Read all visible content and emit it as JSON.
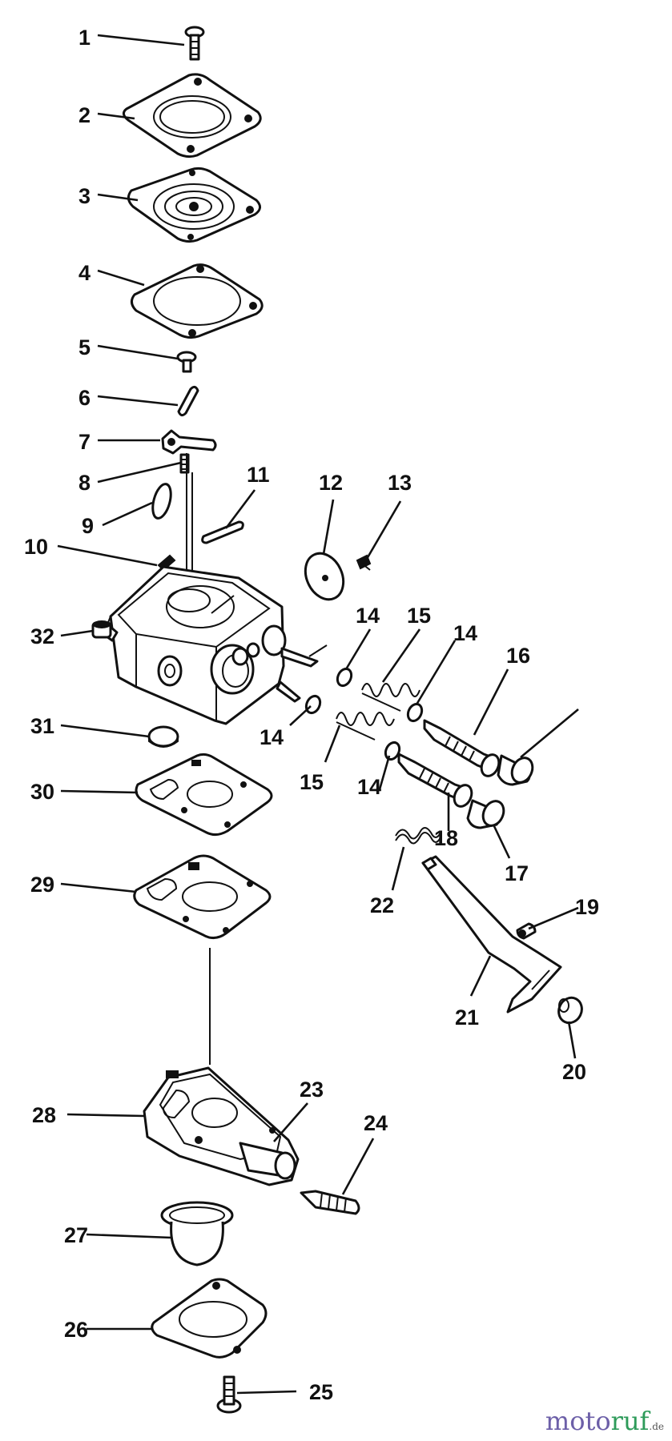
{
  "callouts": [
    "1",
    "2",
    "3",
    "4",
    "5",
    "6",
    "7",
    "8",
    "9",
    "10",
    "11",
    "12",
    "13",
    "14",
    "15",
    "14",
    "16",
    "32",
    "14",
    "15",
    "31",
    "14",
    "30",
    "18",
    "17",
    "22",
    "29",
    "19",
    "21",
    "20",
    "23",
    "28",
    "24",
    "27",
    "26",
    "25"
  ],
  "watermark": {
    "part1": "moto",
    "part2": "ruf",
    "part3": ".de"
  }
}
